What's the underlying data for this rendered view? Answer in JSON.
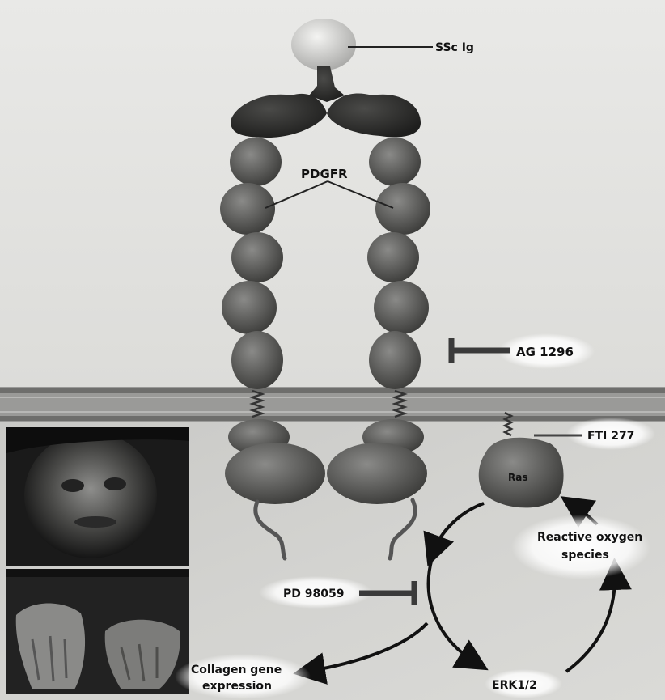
{
  "figure": {
    "receptor_label": "PDGFR",
    "antibody_label": "SSc Ig",
    "ras_label": "Ras",
    "inhibitors": {
      "ag": "AG 1296",
      "fti": "FTI 277",
      "pd": "PD 98059"
    },
    "pathway": {
      "ros_line1": "Reactive oxygen",
      "ros_line2": "species",
      "erk": "ERK1/2",
      "collagen_line1": "Collagen gene",
      "collagen_line2": "expression"
    },
    "photos": [
      {
        "name": "face-photo",
        "subject": "patient face"
      },
      {
        "name": "hands-photo",
        "subject": "patient hands"
      }
    ]
  }
}
